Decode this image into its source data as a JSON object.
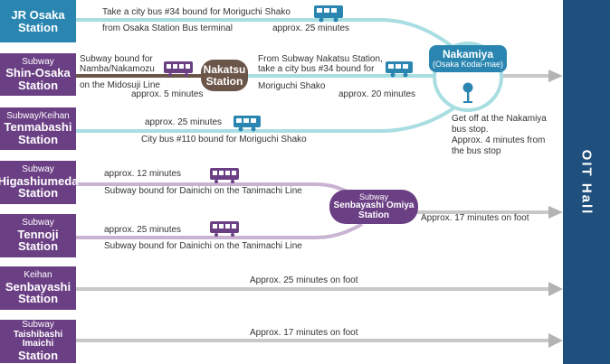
{
  "stations": [
    {
      "line": "",
      "name": "JR Osaka",
      "name2": "Station",
      "color": "#2a86b1"
    },
    {
      "line": "Subway",
      "name": "Shin-Osaka",
      "name2": "Station",
      "color": "#6b3f84"
    },
    {
      "line": "Subway/Keihan",
      "name": "Tenmabashi",
      "name2": "Station",
      "color": "#6b3f84"
    },
    {
      "line": "Subway",
      "name": "Higashiumeda",
      "name2": "Station",
      "color": "#6b3f84"
    },
    {
      "line": "Subway",
      "name": "Tennoji",
      "name2": "Station",
      "color": "#6b3f84"
    },
    {
      "line": "Keihan",
      "name": "Senbayashi",
      "name2": "Station",
      "color": "#6b3f84"
    },
    {
      "line": "Subway",
      "name": "Taishibashi Imaichi",
      "name2": "Station",
      "color": "#6b3f84"
    }
  ],
  "route_text": {
    "osaka_top": "Take a city bus #34 bound for Moriguchi Shako",
    "osaka_bottom": "from Osaka Station Bus terminal",
    "osaka_time": "approx. 25 minutes",
    "shin_a": "Subway bound for",
    "shin_b": "Namba/Nakamozu",
    "shin_c": "on the Midosuji Line",
    "shin_time": "approx. 5 minutes",
    "nakatsu_a": "From Subway Nakatsu Station,",
    "nakatsu_b": "take a city bus #34 bound for",
    "nakatsu_c": "Moriguchi Shako",
    "nakatsu_time": "approx. 20 minutes",
    "tenma_time": "approx. 25 minutes",
    "tenma_bottom": "City bus #110 bound for Moriguchi Shako",
    "higashi_time": "approx. 12 minutes",
    "higashi_bottom": "Subway bound for Dainichi on the Tanimachi Line",
    "tennoji_time": "approx. 25 minutes",
    "tennoji_bottom": "Subway bound for Dainichi on the Tanimachi Line",
    "omiya_walk": "Approx. 17 minutes on foot",
    "senbayashi_walk": "Approx. 25 minutes on foot",
    "taishi_walk": "Approx. 17 minutes on foot"
  },
  "hubs": {
    "nakatsu_a": "Nakatsu",
    "nakatsu_b": "Station",
    "nakamiya_a": "Nakamiya",
    "nakamiya_b": "(Osaka Kodai-mae)",
    "omiya_a": "Subway",
    "omiya_b": "Senbayashi Omiya",
    "omiya_c": "Station"
  },
  "nakamiya_note": [
    "Get off at the Nakamiya",
    "bus stop.",
    "Approx. 4 minutes from",
    "the bus stop"
  ],
  "destination": "OIT Hall",
  "colors": {
    "teal": "#2a86b1",
    "route_teal": "#a8dde2",
    "purple": "#6b3f84",
    "route_purple": "#c9b3d2",
    "gray": "#c8c8c8",
    "dest": "#1f4f7d",
    "brown": "#6b5549"
  },
  "icons": [
    "bus-icon",
    "train-icon",
    "bus-stop-icon",
    "arrow-icon"
  ]
}
